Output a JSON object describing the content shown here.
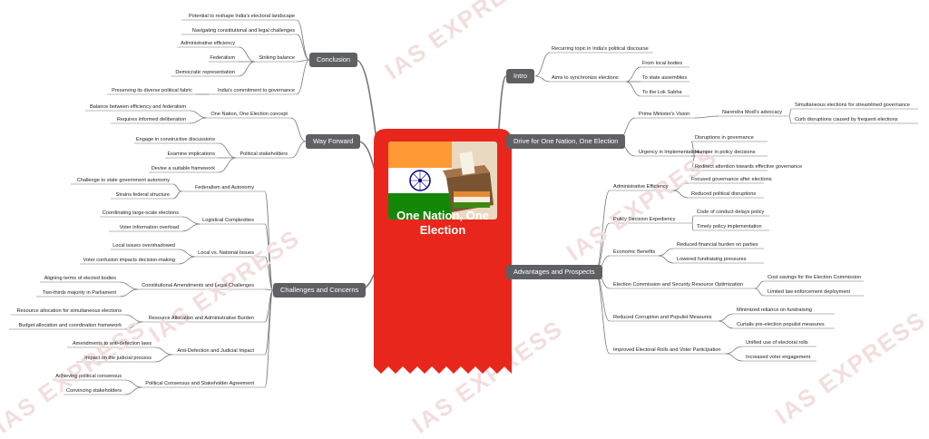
{
  "center": {
    "title": "One Nation, One Election"
  },
  "watermark": "IAS EXPRESS",
  "colors": {
    "center": "#e8261b",
    "branch": "#5f6063",
    "line": "#777777"
  },
  "branches": {
    "intro": {
      "label": "Intro",
      "items": [
        "Recurring topic in India's political discourse",
        "Aims to synchronize elections",
        "From local bodies",
        "To state assemblies",
        "To the Lok Sabha"
      ]
    },
    "drive": {
      "label": "Drive for One Nation, One Election",
      "items": [
        "Prime Minister's Vision",
        "Narendra Modi's advocacy",
        "Simultaneous elections for streamlined governance",
        "Curb disruptions caused by frequent elections",
        "Urgency in Implementation",
        "Disruptions in governance",
        "Hamper in policy decisions",
        "Redirect attention towards effective governance"
      ]
    },
    "advantages": {
      "label": "Advantages and Prospects",
      "items": [
        "Administrative Efficiency",
        "Focused governance after elections",
        "Reduced political disruptions",
        "Policy Decision Expediency",
        "Code of conduct delays policy",
        "Timely policy implementation",
        "Economic Benefits",
        "Reduced financial burden on parties",
        "Lowered fundraising pressures",
        "Election Commission and Security Resource Optimization",
        "Cost savings for the Election Commission",
        "Limited law enforcement deployment",
        "Reduced Corruption and Populist Measures",
        "Minimized reliance on fundraising",
        "Curtails pre-election populist measures",
        "Improved Electoral Rolls and Voter Participation",
        "Unified use of electoral rolls",
        "Increased voter engagement"
      ]
    },
    "conclusion": {
      "label": "Conclusion",
      "items": [
        "Potential to reshape India's electoral landscape",
        "Navigating constitutional and legal challenges",
        "Striking balance",
        "Administrative efficiency",
        "Federalism",
        "Democratic representation",
        "India's commitment to governance",
        "Preserving its diverse political fabric"
      ]
    },
    "wayforward": {
      "label": "Way Forward",
      "items": [
        "One Nation, One Election concept",
        "Balance between efficiency and federalism",
        "Requires informed deliberation",
        "Political stakeholders",
        "Engage in constructive discussions",
        "Examine implications",
        "Devise a suitable framework"
      ]
    },
    "challenges": {
      "label": "Challenges and Concerns",
      "items": [
        "Federalism and Autonomy",
        "Challenge to state government autonomy",
        "Strains federal structure",
        "Logistical Complexities",
        "Coordinating large-scale elections",
        "Voter information overload",
        "Local vs. National Issues",
        "Local issues overshadowed",
        "Voter confusion impacts decision-making",
        "Constitutional Amendments and Legal Challenges",
        "Aligning terms of elected bodies",
        "Two-thirds majority in Parliament",
        "Resource Allocation and Administrative Burden",
        "Resource allocation for simultaneous elections",
        "Budget allocation and coordination framework",
        "Anti-Defection and Judicial Impact",
        "Amendments to anti-defection laws",
        "Impact on the judicial process",
        "Political Consensus and Stakeholder Agreement",
        "Achieving political consensus",
        "Convincing stakeholders"
      ]
    }
  }
}
